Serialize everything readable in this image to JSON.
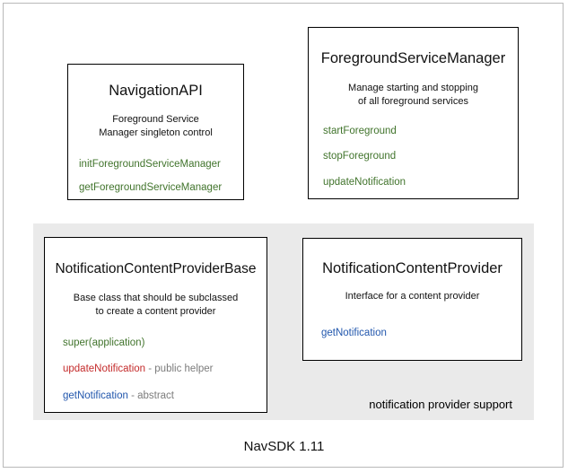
{
  "colors": {
    "method_green": "#41742c",
    "method_red": "#c42b2b",
    "method_blue": "#2257ad",
    "suffix_gray": "#7c7c7c",
    "panel_background": "#eaeaea",
    "box_border": "#000000",
    "page_background": "#ffffff"
  },
  "footer": {
    "label": "NavSDK 1.11"
  },
  "group_panel": {
    "label": "notification provider support"
  },
  "boxes": [
    {
      "id": "navigation-api",
      "title": "NavigationAPI",
      "description_lines": [
        "Foreground Service",
        "Manager singleton control"
      ],
      "members": [
        {
          "name": "initForegroundServiceManager",
          "suffix": "",
          "color": "#41742c"
        },
        {
          "name": "getForegroundServiceManager",
          "suffix": "",
          "color": "#41742c"
        }
      ]
    },
    {
      "id": "foreground-service-manager",
      "title": "ForegroundServiceManager",
      "description_lines": [
        "Manage starting and stopping",
        "of all foreground services"
      ],
      "members": [
        {
          "name": "startForeground",
          "suffix": "",
          "color": "#41742c"
        },
        {
          "name": "stopForeground",
          "suffix": "",
          "color": "#41742c"
        },
        {
          "name": "updateNotification",
          "suffix": "",
          "color": "#41742c"
        }
      ]
    },
    {
      "id": "notification-content-provider-base",
      "title": "NotificationContentProviderBase",
      "description_lines": [
        "Base class that should be subclassed",
        "to create a content provider"
      ],
      "members": [
        {
          "name": "super(application)",
          "suffix": "",
          "color": "#41742c"
        },
        {
          "name": "updateNotification",
          "suffix": " - public helper",
          "color": "#c42b2b"
        },
        {
          "name": "getNotification",
          "suffix": " - abstract",
          "color": "#2257ad"
        }
      ]
    },
    {
      "id": "notification-content-provider",
      "title": "NotificationContentProvider",
      "description_lines": [
        "Interface for a content provider"
      ],
      "members": [
        {
          "name": "getNotification",
          "suffix": "",
          "color": "#2257ad"
        }
      ]
    }
  ]
}
